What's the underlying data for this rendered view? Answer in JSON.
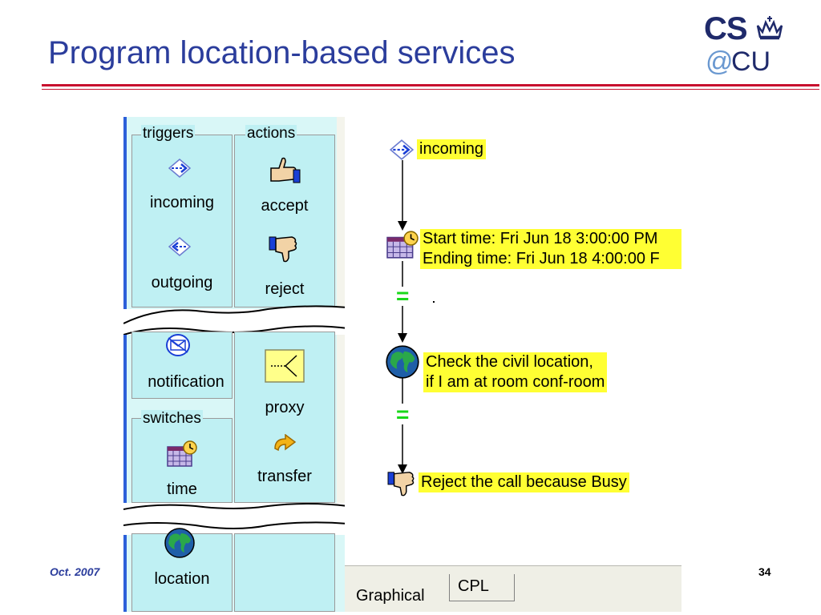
{
  "slide": {
    "title": "Program location-based services",
    "date": "Oct. 2007",
    "page_number": "34",
    "logo": {
      "top": "CS",
      "at": "@",
      "bottom": "CU"
    }
  },
  "palette": {
    "triggers_label": "triggers",
    "actions_label": "actions",
    "switches_label": "switches",
    "items": {
      "incoming": "incoming",
      "outgoing": "outgoing",
      "accept": "accept",
      "reject": "reject",
      "notification": "notification",
      "proxy": "proxy",
      "transfer": "transfer",
      "time": "time",
      "location": "location"
    }
  },
  "flow": {
    "incoming_label": "incoming",
    "time_line1": "Start time: Fri Jun 18 3:00:00 PM",
    "time_line2": "Ending time: Fri Jun 18 4:00:00 F",
    "location_line1": "Check the civil location,",
    "location_line2": "if I am at room conf-room",
    "reject_label": "Reject the call because Busy",
    "equals_symbol": "="
  },
  "tabs": {
    "graphical": "Graphical",
    "cpl": "CPL"
  },
  "colors": {
    "title": "#2b3d9c",
    "rule": "#c8102e",
    "highlight": "#ffff33",
    "palette_bg": "#bff0f3",
    "equals": "#19d819"
  }
}
